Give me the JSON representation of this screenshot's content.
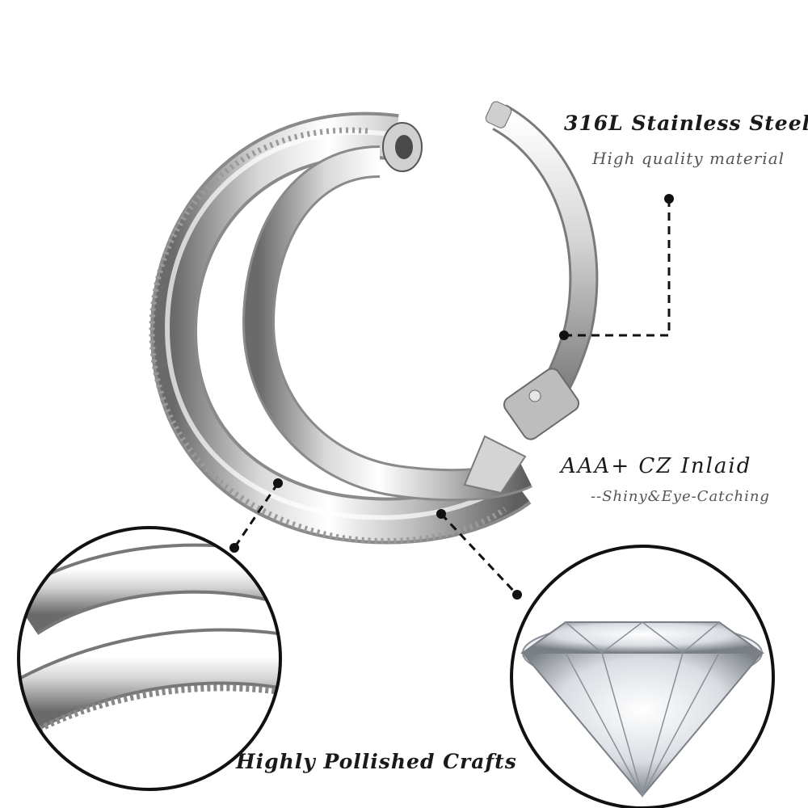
{
  "callouts": {
    "material_title": "316L Stainless Steel",
    "material_sub": "High quality material",
    "cz_title": "AAA+ CZ Inlaid",
    "cz_sub": "--Shiny&Eye-Catching",
    "polish_title": "Highly Pollished Crafts"
  },
  "colors": {
    "steel_light": "#f4f4f4",
    "steel_mid": "#c8c8c8",
    "steel_dark": "#6a6a6a",
    "ink": "#111111"
  }
}
